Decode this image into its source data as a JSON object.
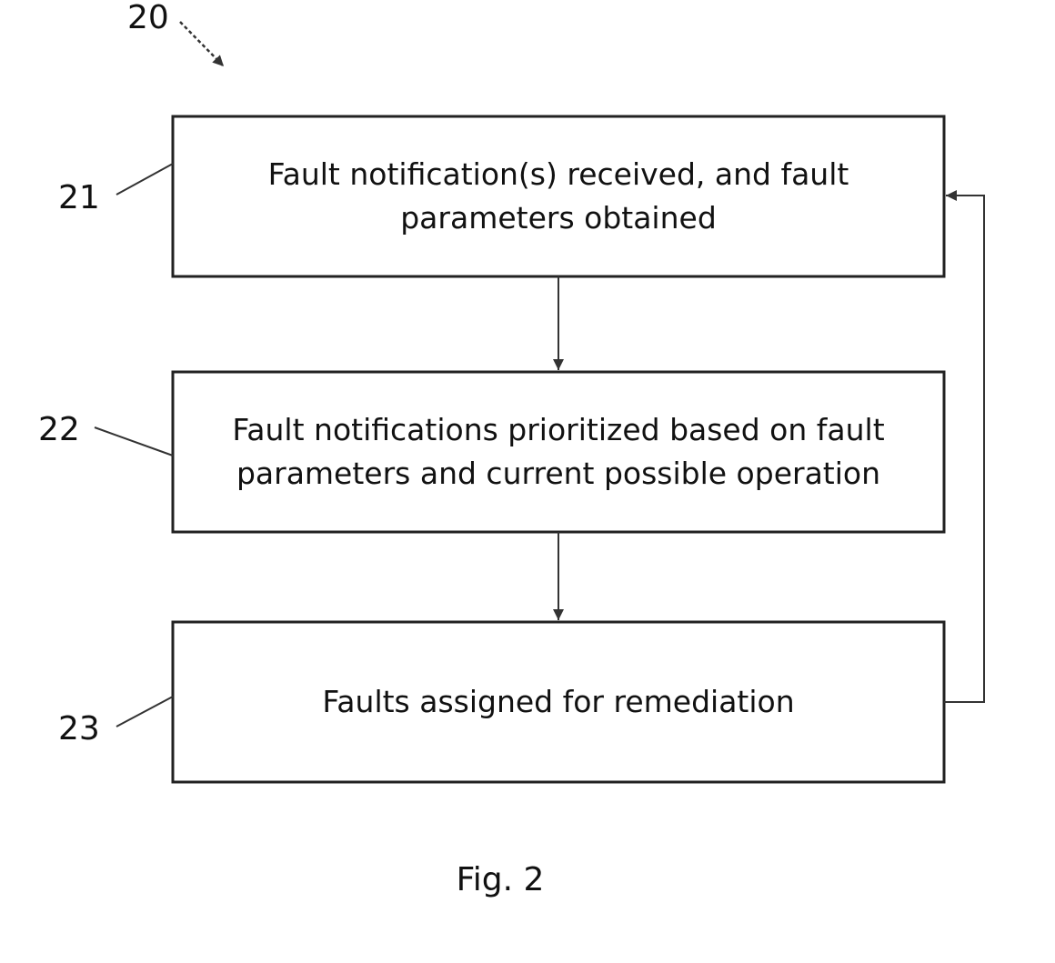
{
  "diagram": {
    "figure_ref": "20",
    "steps": [
      {
        "ref": "21",
        "text": "Fault notification(s) received, and fault\nparameters obtained"
      },
      {
        "ref": "22",
        "text": "Fault notifications prioritized based on fault\nparameters and current possible operation"
      },
      {
        "ref": "23",
        "text": "Faults assigned for remediation"
      }
    ],
    "caption": "Fig. 2"
  }
}
